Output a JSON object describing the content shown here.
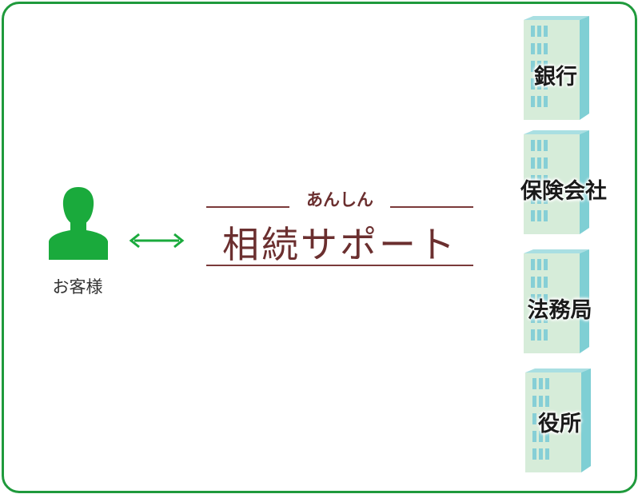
{
  "customer": {
    "label": "お客様",
    "icon": "person-icon",
    "color": "#1aaa3c"
  },
  "arrow": {
    "icon": "double-arrow-icon",
    "color": "#1aaa3c"
  },
  "service": {
    "subtitle": "あんしん",
    "title": "相続サポート",
    "color": "#6b2f2f"
  },
  "institutions": [
    {
      "label": "銀行",
      "icon": "building-icon"
    },
    {
      "label": "保険会社",
      "icon": "building-icon"
    },
    {
      "label": "法務局",
      "icon": "building-icon"
    },
    {
      "label": "役所",
      "icon": "building-icon"
    }
  ],
  "colors": {
    "frame": "#1f9a3c",
    "building_front": "#d6ecd9",
    "building_side": "#7fcfd4",
    "building_top": "#a9dfe2"
  }
}
